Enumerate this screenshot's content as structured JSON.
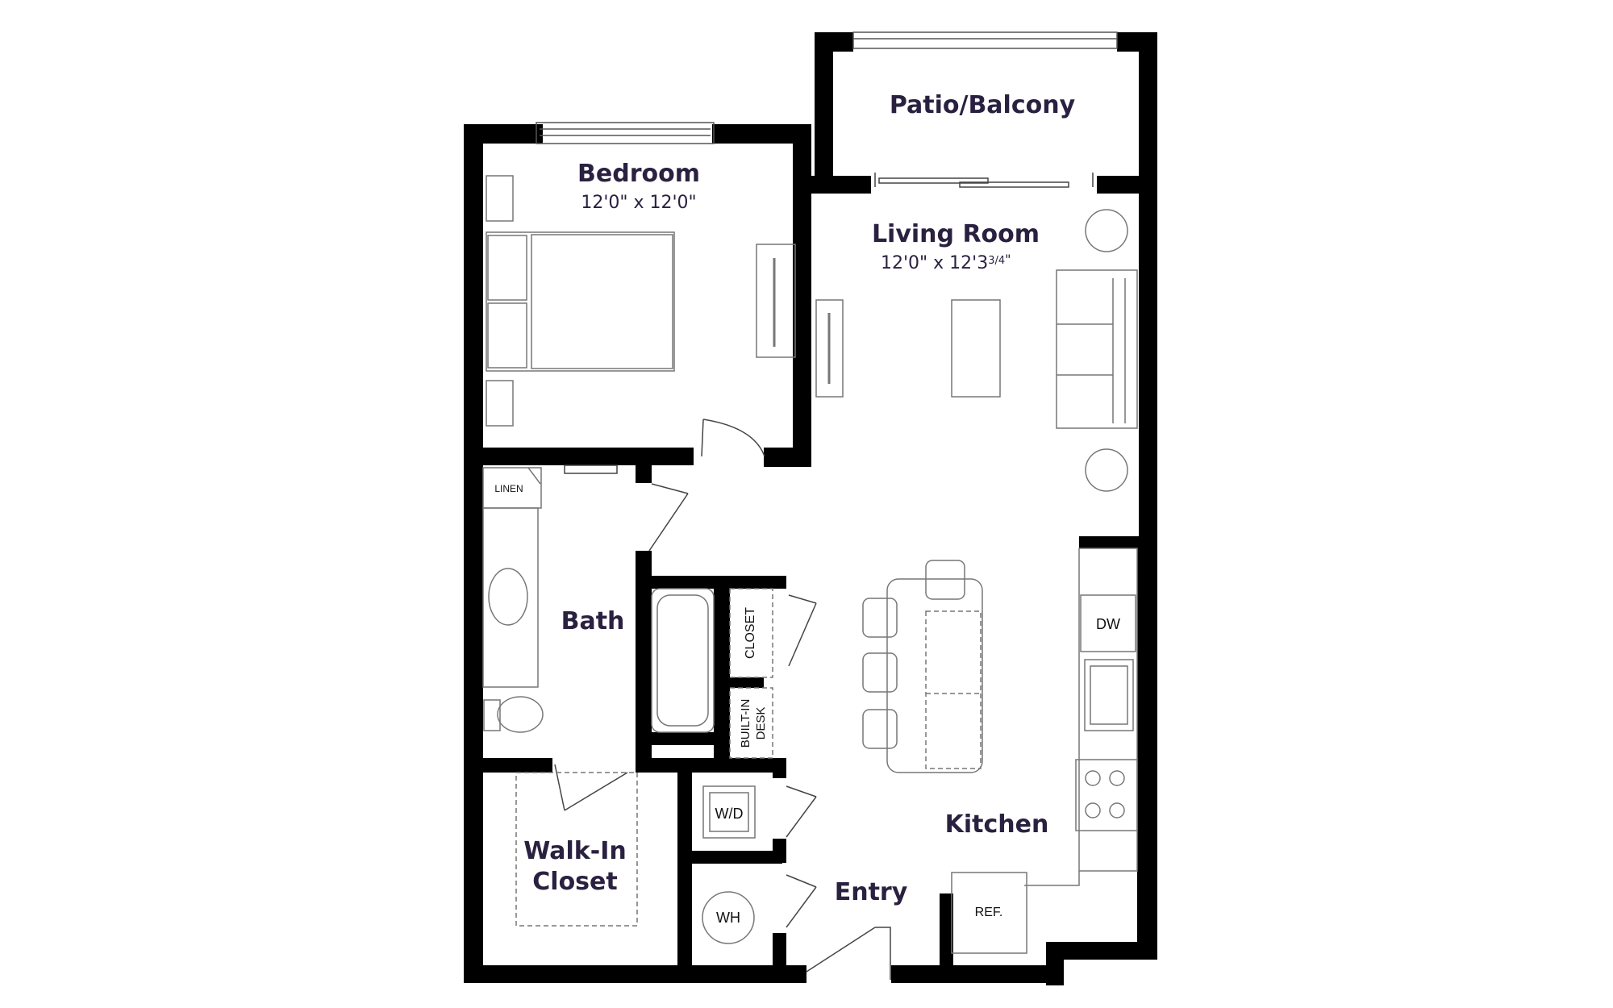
{
  "rooms": {
    "patio": {
      "label": "Patio/Balcony"
    },
    "bedroom": {
      "label": "Bedroom",
      "dims": "12'0\" x 12'0\""
    },
    "living": {
      "label": "Living Room",
      "dims": "12'0\" x 12'3",
      "dims_fraction": "3/4",
      "dims_suffix": "\""
    },
    "bath": {
      "label": "Bath"
    },
    "walkin": {
      "label_line1": "Walk-In",
      "label_line2": "Closet"
    },
    "kitchen": {
      "label": "Kitchen"
    },
    "entry": {
      "label": "Entry"
    }
  },
  "fixtures": {
    "linen": "LINEN",
    "closet": "CLOSET",
    "desk_line1": "BUILT-IN",
    "desk_line2": "DESK",
    "dw": "DW",
    "wd": "W/D",
    "wh": "WH",
    "ref": "REF."
  },
  "colors": {
    "wall": "#000000",
    "label": "#2a2140",
    "line": "#666666"
  }
}
